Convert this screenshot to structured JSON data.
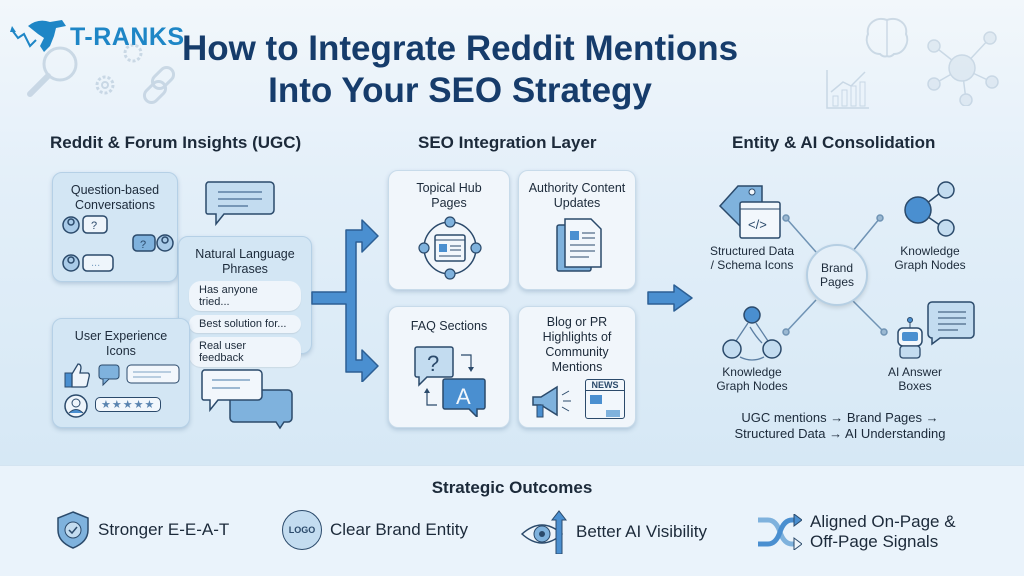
{
  "brand": {
    "logo_text": "T-RANKS"
  },
  "header": {
    "title_line1": "How to Integrate Reddit Mentions",
    "title_line2": "Into Your SEO Strategy"
  },
  "columns": [
    {
      "heading": "Reddit & Forum Insights (UGC)",
      "cards": [
        {
          "title_line1": "Question-based",
          "title_line2": "Conversations",
          "bubbles": [
            "?",
            "?",
            "..."
          ]
        },
        {
          "title_line1": "Natural Language",
          "title_line2": "Phrases",
          "phrases": [
            "Has anyone tried...",
            "Best solution for...",
            "Real user feedback"
          ]
        },
        {
          "title_line1": "User Experience",
          "title_line2": "Icons",
          "rating": "★★★★★"
        }
      ]
    },
    {
      "heading": "SEO Integration Layer",
      "cards": [
        {
          "title_line1": "Topical Hub",
          "title_line2": "Pages"
        },
        {
          "title_line1": "Authority Content",
          "title_line2": "Updates"
        },
        {
          "title_line1": "FAQ Sections",
          "title_line2": "",
          "glyph_q": "?",
          "glyph_a": "A"
        },
        {
          "title_line1": "Blog or PR",
          "title_line2": "Highlights of",
          "title_line3": "Community",
          "title_line4": "Mentions",
          "news_label": "NEWS"
        }
      ]
    },
    {
      "heading": "Entity & AI Consolidation",
      "hub": {
        "line1": "Brand",
        "line2": "Pages"
      },
      "nodes": [
        {
          "line1": "Structured Data",
          "line2": "/ Schema Icons",
          "code_glyph": "</>"
        },
        {
          "line1": "Knowledge",
          "line2": "Graph Nodes"
        },
        {
          "line1": "Knowledge",
          "line2": "Graph Nodes"
        },
        {
          "line1": "AI Answer",
          "line2": "Boxes"
        }
      ],
      "flow_line1": "UGC mentions → Brand Pages →",
      "flow_line2": "Structured Data → AI Understanding"
    }
  ],
  "outcomes": {
    "heading": "Strategic Outcomes",
    "items": [
      {
        "icon": "shield-check-icon",
        "label": "Stronger E-E-A-T"
      },
      {
        "icon": "logo-circle-icon",
        "label": "Clear Brand Entity",
        "icon_text": "LOGO"
      },
      {
        "icon": "eye-arrow-icon",
        "label": "Better AI Visibility"
      },
      {
        "icon": "shuffle-arrows-icon",
        "label_line1": "Aligned On-Page &",
        "label_line2": "Off-Page Signals"
      }
    ]
  },
  "colors": {
    "title": "#163c6b",
    "brand": "#1e86c6",
    "accent": "#4a8fd0",
    "card": "#d3e6f4"
  }
}
